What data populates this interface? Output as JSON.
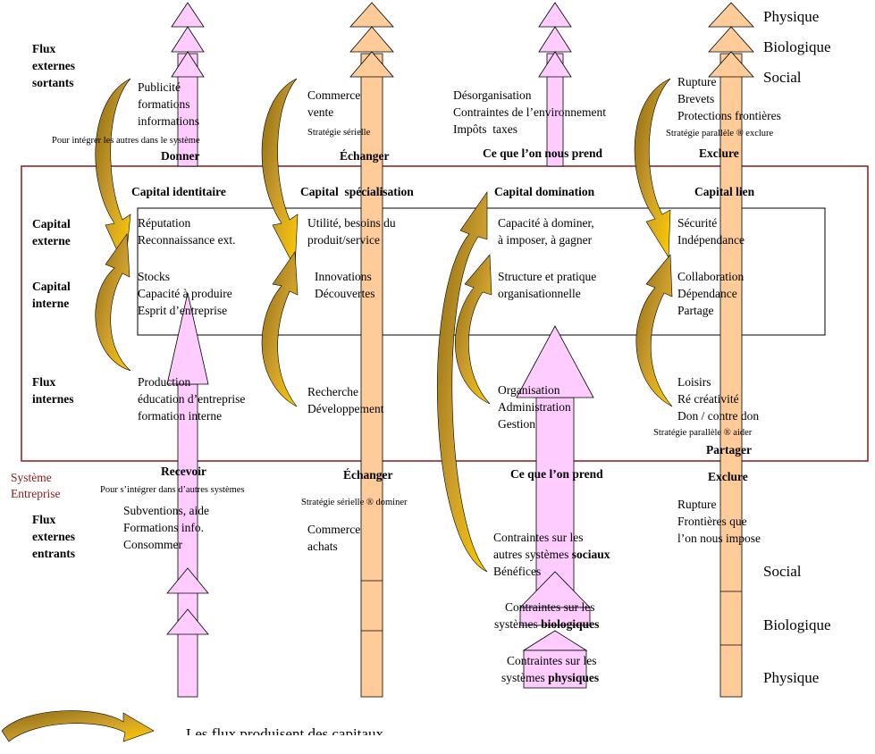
{
  "colors": {
    "pink": "#ffccff",
    "peach": "#ffcc99",
    "gold": "#c89b2b",
    "yellow": "#ffcc00",
    "frame": "#8b1a1a"
  },
  "layers_top": [
    "Physique",
    "Biologique",
    "Social"
  ],
  "layers_bottom": [
    "Social",
    "Biologique",
    "Physique"
  ],
  "left": {
    "out": [
      "Flux",
      "externes",
      "sortants"
    ],
    "cap_ext": [
      "Capital",
      "externe"
    ],
    "cap_int": [
      "Capital",
      "interne"
    ],
    "internal": [
      "Flux",
      "internes"
    ],
    "system": [
      "Système",
      "Entreprise"
    ],
    "in": [
      "Flux",
      "externes",
      "entrants"
    ]
  },
  "col1": {
    "out_text": [
      "Publicité",
      "formations",
      "informations"
    ],
    "strategy_out": "Pour intégrer les autres dans le système",
    "verb_out": "Donner",
    "capital": "Capital identitaire",
    "ext": [
      "Réputation",
      "Reconnaissance ext."
    ],
    "int": [
      "Stocks",
      "Capacité à produire",
      "Esprit d’entreprise"
    ],
    "internal": [
      "Production",
      "éducation d’entreprise",
      "formation interne"
    ],
    "verb_in": "Recevoir",
    "strategy_in": "Pour s’intégrer dans d’autres systèmes",
    "in_text": [
      "Subventions, aide",
      "Formations info.",
      "Consommer"
    ]
  },
  "col2": {
    "out_text": [
      "Commerce",
      "vente"
    ],
    "strategy_out": "Stratégie sérielle",
    "verb_out": "Échanger",
    "capital": "Capital  spécialisation",
    "ext": [
      "Utilité, besoins du",
      "produit/service"
    ],
    "int": [
      "Innovations",
      "Découvertes"
    ],
    "internal": [
      "Recherche",
      "Développement"
    ],
    "verb_in": "Échanger",
    "strategy_in": "Stratégie sérielle ® dominer",
    "in_text": [
      "Commerce",
      "achats"
    ]
  },
  "col3": {
    "out_text": [
      "Désorganisation",
      "Contraintes de l’environnement",
      "Impôts  taxes"
    ],
    "verb_out": "Ce que l’on nous prend",
    "capital": "Capital domination",
    "ext": [
      "Capacité à dominer,",
      "à imposer, à gagner"
    ],
    "int": [
      "Structure et pratique",
      "organisationnelle"
    ],
    "internal": [
      "Organisation",
      "Administration",
      "Gestion"
    ],
    "verb_in": "Ce que l’on prend",
    "social": [
      "Contraintes sur les",
      "autres systèmes",
      "sociaux",
      "Bénéfices"
    ],
    "bio": [
      "Contraintes sur les",
      "systèmes",
      "biologiques"
    ],
    "phys": [
      "Contraintes sur les",
      "systèmes",
      "physiques"
    ]
  },
  "col4": {
    "out_text": [
      "Rupture",
      "Brevets",
      "Protections frontières"
    ],
    "strategy_out": "Stratégie parallèle ® exclure",
    "verb_out": "Exclure",
    "capital": "Capital lien",
    "ext": [
      "Sécurité",
      "Indépendance"
    ],
    "int": [
      "Collaboration",
      "Dépendance",
      "Partage"
    ],
    "internal": [
      "Loisirs",
      "Ré créativité",
      "Don / contre don"
    ],
    "strategy_int": "Stratégie parallèle ® aider",
    "verb_int": "Partager",
    "verb_in": "Exclure",
    "in_text": [
      "Rupture",
      "Frontières que",
      "l’on nous impose"
    ]
  },
  "legend": "Les flux produisent des capitaux"
}
